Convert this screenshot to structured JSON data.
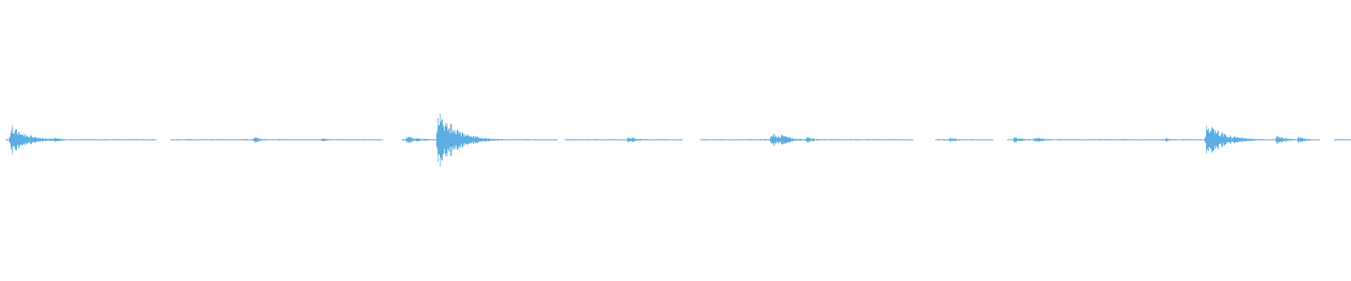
{
  "waveform": {
    "color": "#5dade2",
    "background": "#ffffff",
    "baseline_amplitude": 0.015,
    "gaps": [
      {
        "start": 0.0,
        "end": 0.004
      },
      {
        "start": 0.116,
        "end": 0.126
      },
      {
        "start": 0.283,
        "end": 0.297
      },
      {
        "start": 0.412,
        "end": 0.418
      },
      {
        "start": 0.505,
        "end": 0.518
      },
      {
        "start": 0.676,
        "end": 0.692
      },
      {
        "start": 0.735,
        "end": 0.745
      },
      {
        "start": 0.977,
        "end": 0.987
      }
    ],
    "peaks": [
      {
        "pos": 0.008,
        "amp": 0.43,
        "decay": 0.012
      },
      {
        "pos": 0.021,
        "amp": 0.1,
        "decay": 0.006
      },
      {
        "pos": 0.04,
        "amp": 0.07,
        "decay": 0.006
      },
      {
        "pos": 0.188,
        "amp": 0.09,
        "decay": 0.005
      },
      {
        "pos": 0.238,
        "amp": 0.06,
        "decay": 0.005
      },
      {
        "pos": 0.301,
        "amp": 0.1,
        "decay": 0.01
      },
      {
        "pos": 0.324,
        "amp": 1.0,
        "decay": 0.012
      },
      {
        "pos": 0.346,
        "amp": 0.14,
        "decay": 0.008
      },
      {
        "pos": 0.465,
        "amp": 0.11,
        "decay": 0.006
      },
      {
        "pos": 0.571,
        "amp": 0.22,
        "decay": 0.008
      },
      {
        "pos": 0.578,
        "amp": 0.16,
        "decay": 0.008
      },
      {
        "pos": 0.597,
        "amp": 0.1,
        "decay": 0.006
      },
      {
        "pos": 0.703,
        "amp": 0.07,
        "decay": 0.006
      },
      {
        "pos": 0.751,
        "amp": 0.11,
        "decay": 0.005
      },
      {
        "pos": 0.766,
        "amp": 0.09,
        "decay": 0.007
      },
      {
        "pos": 0.863,
        "amp": 0.06,
        "decay": 0.005
      },
      {
        "pos": 0.893,
        "amp": 0.55,
        "decay": 0.012
      },
      {
        "pos": 0.945,
        "amp": 0.14,
        "decay": 0.006
      },
      {
        "pos": 0.961,
        "amp": 0.09,
        "decay": 0.006
      }
    ]
  }
}
